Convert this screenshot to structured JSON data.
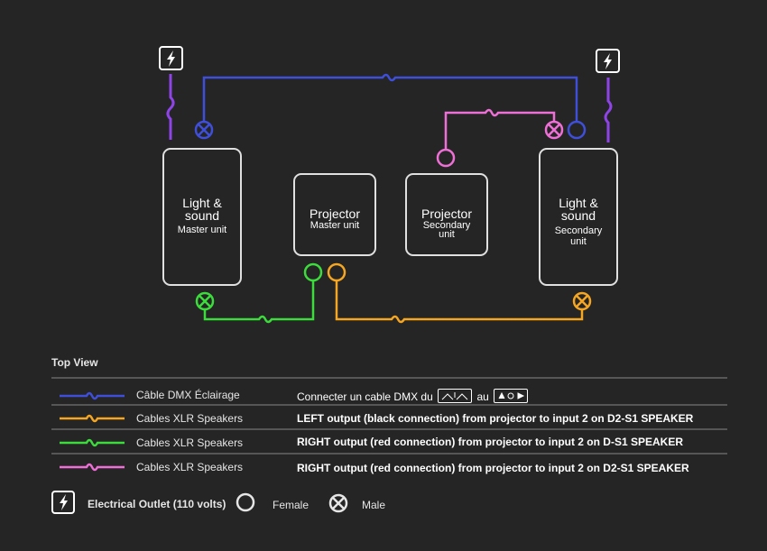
{
  "units": {
    "ls_master": {
      "title": "Light &\nsound",
      "subtitle": "Master unit"
    },
    "proj_master": {
      "title": "Projector",
      "subtitle": "Master unit"
    },
    "proj_secondary": {
      "title": "Projector",
      "subtitle": "Secondary\nunit"
    },
    "ls_secondary": {
      "title": "Light &\nsound",
      "subtitle": "Secondary\nunit"
    }
  },
  "colors": {
    "dmx": "#3f4fd9",
    "xlr_orange": "#f5a623",
    "xlr_green": "#3ddc3d",
    "xlr_pink": "#ee6fd6",
    "power": "#8e44e6",
    "unit_border": "#e0e0e0"
  },
  "section_title": "Top View",
  "legend": [
    {
      "color_key": "dmx",
      "label": "Câble DMX Éclairage",
      "desc_prefix": "Connecter un cable DMX du",
      "desc_mid": "au"
    },
    {
      "color_key": "xlr_orange",
      "label": "Cables XLR Speakers",
      "desc": "LEFT output (black connection) from projector to input 2 on D2-S1 SPEAKER"
    },
    {
      "color_key": "xlr_green",
      "label": "Cables XLR Speakers",
      "desc": "RIGHT output (red connection) from projector to input 2 on D-S1 SPEAKER"
    },
    {
      "color_key": "xlr_pink",
      "label": "Cables XLR Speakers",
      "desc": "RIGHT output (red connection) from projector to input 2 on D2-S1 SPEAKER"
    }
  ],
  "key": {
    "outlet": "Electrical Outlet (110 volts)",
    "female": "Female",
    "male": "Male"
  },
  "icons": [
    "power-outlet-icon",
    "female-connector-icon",
    "male-connector-icon",
    "dmx-console-icon",
    "lighting-fixture-icon"
  ]
}
